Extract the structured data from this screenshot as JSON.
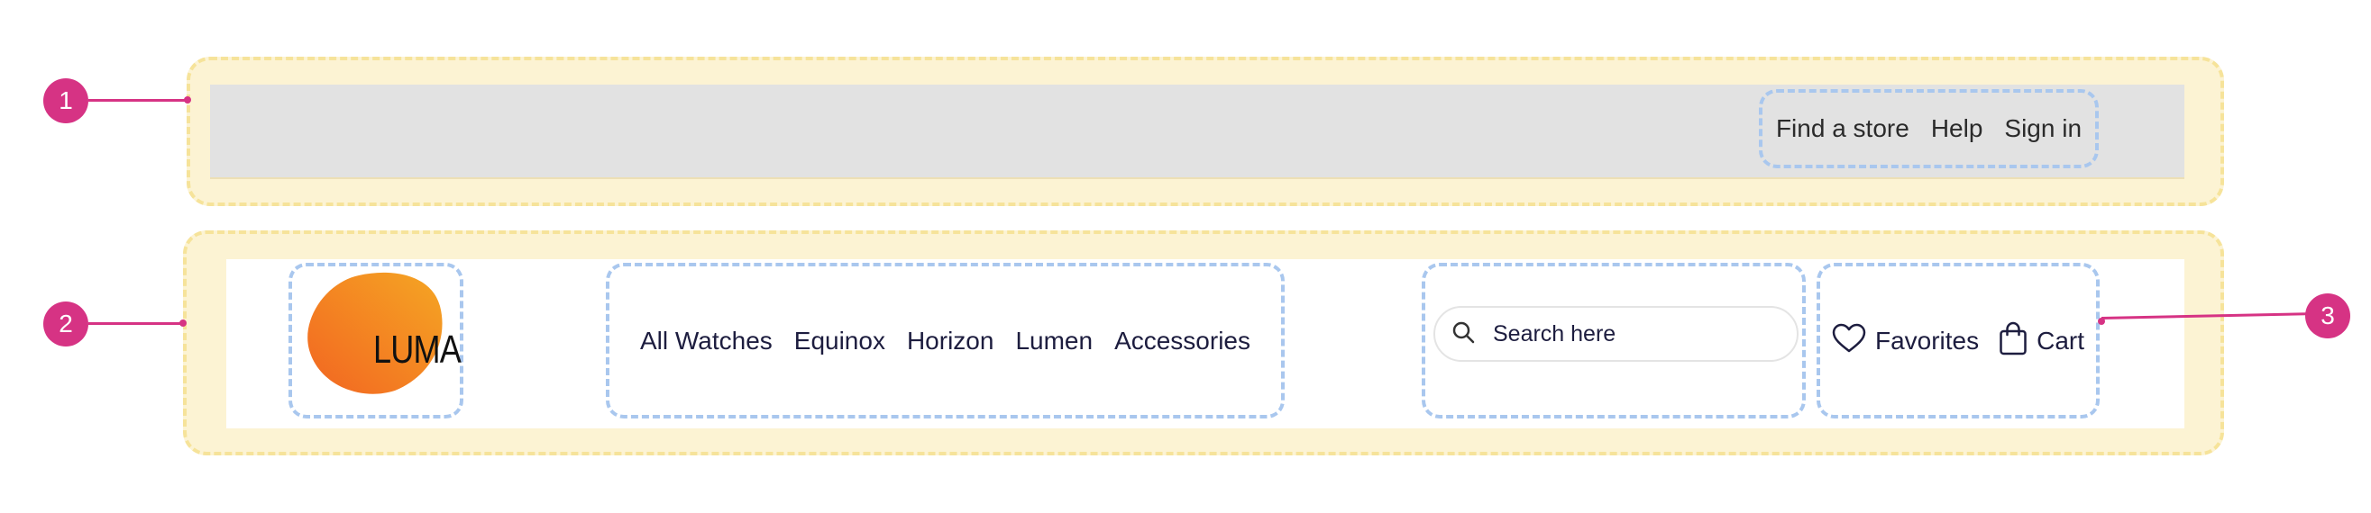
{
  "utility_bar": {
    "links": [
      {
        "label": "Find a store"
      },
      {
        "label": "Help"
      },
      {
        "label": "Sign in"
      }
    ]
  },
  "header": {
    "logo": {
      "text": "LUMA",
      "colors": {
        "orange_light": "#f5a623",
        "orange_dark": "#f26522"
      }
    },
    "nav": [
      {
        "label": "All Watches"
      },
      {
        "label": "Equinox"
      },
      {
        "label": "Horizon"
      },
      {
        "label": "Lumen"
      },
      {
        "label": "Accessories"
      }
    ],
    "search": {
      "placeholder": "Search here",
      "value": "",
      "icon": "search-icon"
    },
    "actions": [
      {
        "label": "Favorites",
        "icon": "heart-icon"
      },
      {
        "label": "Cart",
        "icon": "shopping-bag-icon"
      }
    ]
  },
  "annotations": {
    "markers": [
      {
        "label": "1"
      },
      {
        "label": "2"
      },
      {
        "label": "3"
      }
    ],
    "colors": {
      "marker": "#d63384",
      "region_fill": "#fcf3d3",
      "region_border": "#f6e39a",
      "group_border": "#a9c7ee"
    }
  }
}
